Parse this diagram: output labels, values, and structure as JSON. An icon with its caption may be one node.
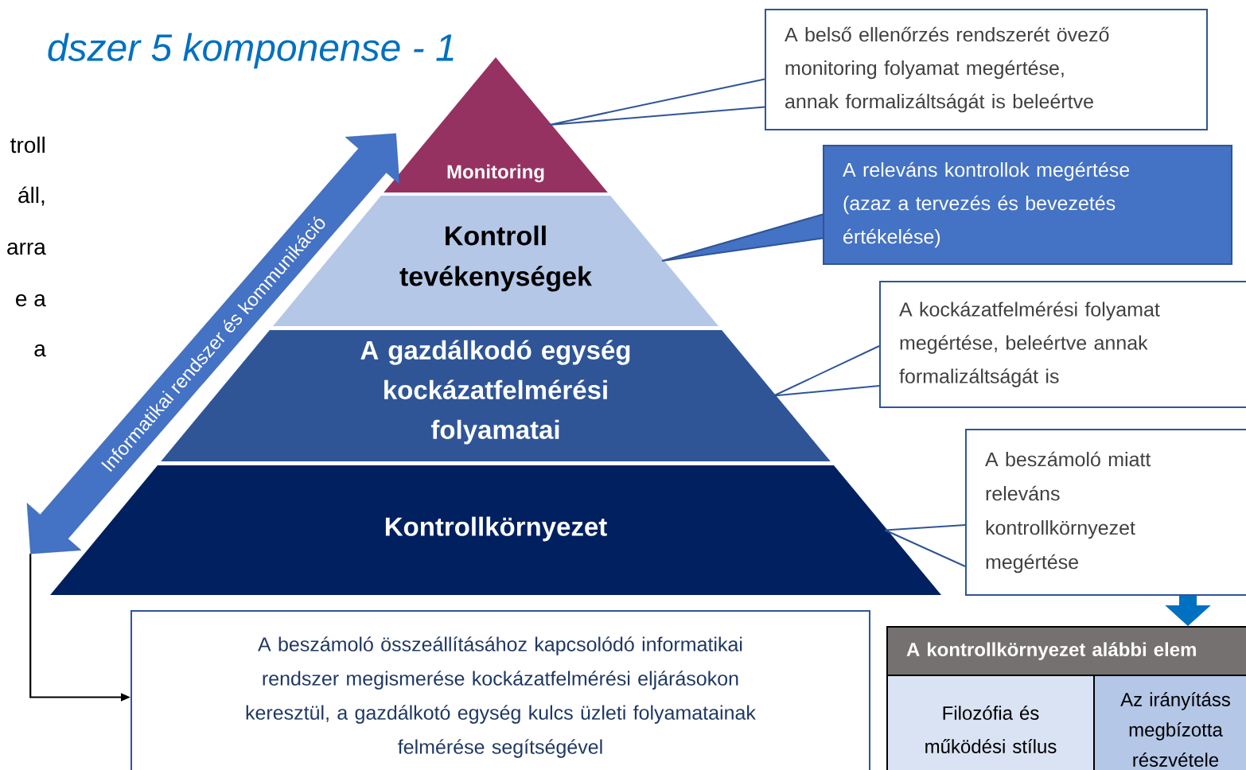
{
  "diagram": {
    "title": "dszer 5 komponense - 1",
    "nodes": [
      {
        "text": [
          "Monitoring"
        ]
      },
      {
        "text": [
          "Kontroll tevékenységek"
        ]
      },
      {
        "text": [
          "A gazdálkodó egység kockázatfelmérési folyamatai"
        ]
      },
      {
        "text": [
          "Kontrollkörnyezet"
        ]
      },
      {
        "text": [
          "A belső ellenőrzés rendszerét övező monitoring folyamat megértése, annak formalizáltságát is beleértve"
        ]
      },
      {
        "text": [
          "A releváns kontrollok megértése (azaz a tervezés és bevezetés értékelése)"
        ]
      },
      {
        "text": [
          "A kockázatfelmérési folyamat megértése, beleértve annak formalizáltságát is"
        ]
      },
      {
        "text": [
          "A beszámoló miatt releváns kontrollkörnyezet megértése"
        ]
      },
      {
        "text": [
          "A beszámoló összeállításához kapcsolódó informatikai rendszer megismerése kockázatfelmérési eljárásokon keresztül, a gazdálkotó egység kulcs üzleti folyamatainak felmérése segítségével"
        ]
      },
      {
        "text": [
          "Informatikai rendszer és kommunikáció"
        ]
      },
      {
        "text": [
          "A kontrollkörnyezet alábbi elem"
        ]
      },
      {
        "text": [
          "Filozófia és működési stílus"
        ]
      },
      {
        "text": [
          "Az irányításs megbízotta részvétele"
        ]
      }
    ],
    "edges": [
      {
        "from": 4,
        "to": 0,
        "arrow": "none"
      },
      {
        "from": 5,
        "to": 1,
        "arrow": "none"
      },
      {
        "from": 6,
        "to": 2,
        "arrow": "none"
      },
      {
        "from": 7,
        "to": 3,
        "arrow": "none"
      },
      {
        "from": 9,
        "to": 8,
        "arrow": "to",
        "color": "#000000"
      },
      {
        "from": 7,
        "to": 10,
        "arrow": "to",
        "style": "thick",
        "color": "#0070c0"
      }
    ],
    "labels": [
      "troll",
      "áll,",
      "arra",
      "e a",
      "a"
    ]
  }
}
